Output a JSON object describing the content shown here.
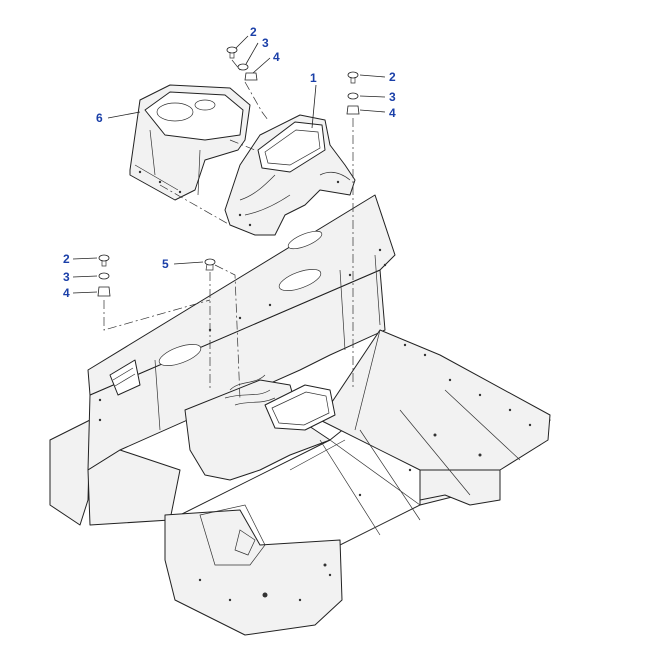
{
  "diagram": {
    "callouts": [
      {
        "id": "c1",
        "label": "1"
      },
      {
        "id": "c2a",
        "label": "2"
      },
      {
        "id": "c3a",
        "label": "3"
      },
      {
        "id": "c4a",
        "label": "4"
      },
      {
        "id": "c2b",
        "label": "2"
      },
      {
        "id": "c3b",
        "label": "3"
      },
      {
        "id": "c4b",
        "label": "4"
      },
      {
        "id": "c2c",
        "label": "2"
      },
      {
        "id": "c3c",
        "label": "3"
      },
      {
        "id": "c4c",
        "label": "4"
      },
      {
        "id": "c5",
        "label": "5"
      },
      {
        "id": "c6",
        "label": "6"
      }
    ],
    "colors": {
      "callout": "#1a3fa8",
      "line": "#222222",
      "fill": "#f2f2f2"
    }
  }
}
